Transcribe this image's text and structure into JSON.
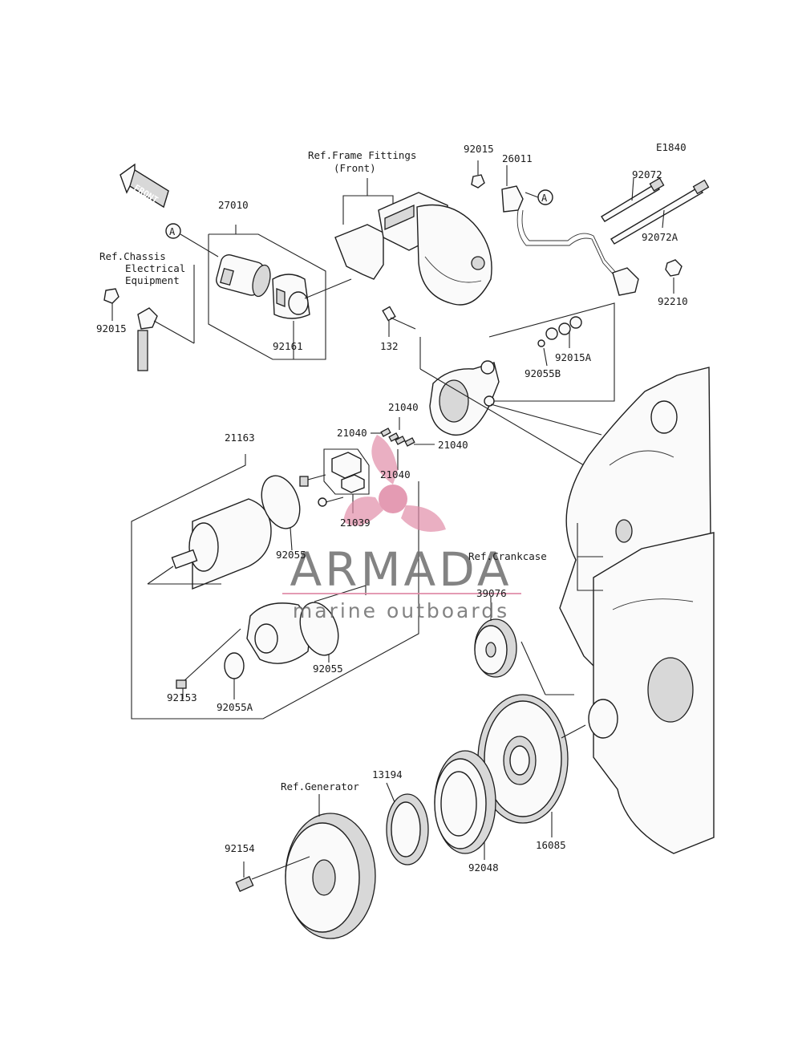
{
  "diagram_code": "E1840",
  "front_arrow_text": "FRONT",
  "callouts": {
    "a1": "A",
    "a2": "A"
  },
  "references": {
    "frame_fittings_1": "Ref.Frame Fittings",
    "frame_fittings_2": "(Front)",
    "chassis_1": "Ref.Chassis",
    "chassis_2": "Electrical",
    "chassis_3": "Equipment",
    "crankcase": "Ref.Crankcase",
    "generator": "Ref.Generator"
  },
  "parts": {
    "p27010": "27010",
    "p92161": "92161",
    "p92015_left": "92015",
    "p92015_top": "92015",
    "p26011": "26011",
    "p92072": "92072",
    "p92072A": "92072A",
    "p92210": "92210",
    "p132": "132",
    "p92015A": "92015A",
    "p92055B": "92055B",
    "p21040_top": "21040",
    "p21040_left": "21040",
    "p21040_right": "21040",
    "p21040_bottom": "21040",
    "p21039": "21039",
    "p21163": "21163",
    "p92055_a": "92055",
    "p92055_b": "92055",
    "p92153": "92153",
    "p92055A": "92055A",
    "p39076": "39076",
    "p13194": "13194",
    "p92154": "92154",
    "p92048": "92048",
    "p16085": "16085"
  },
  "watermark": {
    "title": "ARMADA",
    "subtitle": "marine outboards",
    "color": "#e08aa6"
  }
}
